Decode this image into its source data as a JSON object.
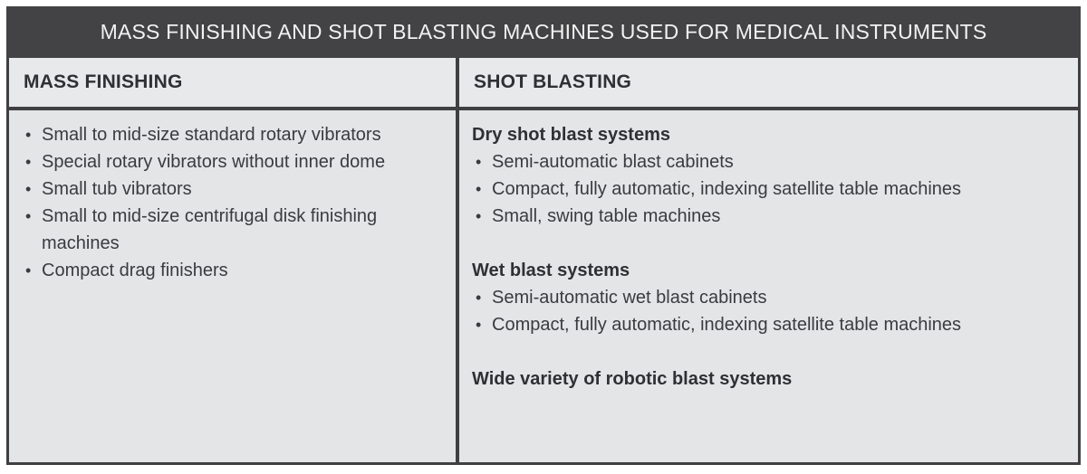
{
  "table": {
    "title": "MASS FINISHING AND SHOT BLASTING MACHINES USED FOR MEDICAL INSTRUMENTS",
    "colors": {
      "title_band": "#434345",
      "border": "#404042",
      "header_cell": "#e8e9eb",
      "body_cell": "#e4e5e7",
      "title_text": "#f2f2f2",
      "body_text": "#3a3b3f",
      "heading_text": "#2f3033"
    },
    "columns": [
      {
        "header": "MASS FINISHING",
        "groups": [
          {
            "heading": null,
            "items": [
              "Small to mid-size standard rotary vibrators",
              "Special rotary vibrators without inner dome",
              "Small tub vibrators",
              "Small to mid-size centrifugal disk finishing machines",
              "Compact drag finishers"
            ]
          }
        ]
      },
      {
        "header": "SHOT BLASTING",
        "groups": [
          {
            "heading": "Dry shot blast systems",
            "items": [
              "Semi-automatic blast cabinets",
              "Compact, fully automatic, indexing satellite table machines",
              "Small, swing table machines"
            ]
          },
          {
            "heading": "Wet blast systems",
            "items": [
              "Semi-automatic wet blast cabinets",
              "Compact, fully automatic, indexing satellite table machines"
            ]
          },
          {
            "heading": "Wide variety of robotic blast systems",
            "items": []
          }
        ]
      }
    ]
  }
}
